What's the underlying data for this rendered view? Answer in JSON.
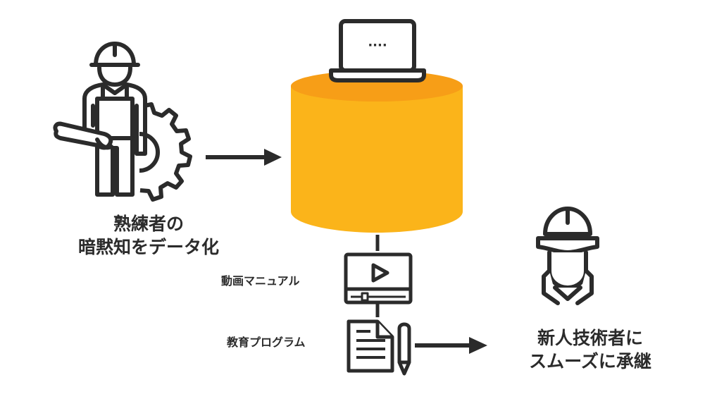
{
  "diagram": {
    "expert_label": {
      "line1": "熟練者の",
      "line2": "暗黙知をデータ化"
    },
    "video_manual_label": "動画マニュアル",
    "education_program_label": "教育プログラム",
    "new_technician_label": {
      "line1": "新人技術者に",
      "line2": "スムーズに承継"
    },
    "laptop_screen_text": "····",
    "colors": {
      "line": "#2b2b2b",
      "cylinder_body": "#fbb41a",
      "cylinder_top": "#f79e17",
      "cylinder_top_rim": "#f6a51a",
      "background": "#ffffff"
    },
    "icons": [
      "worker-with-wrench-icon",
      "gear-icon",
      "database-cylinder-icon",
      "laptop-icon",
      "video-player-icon",
      "document-icon",
      "pencil-icon",
      "hardhat-worker-head-icon"
    ]
  }
}
